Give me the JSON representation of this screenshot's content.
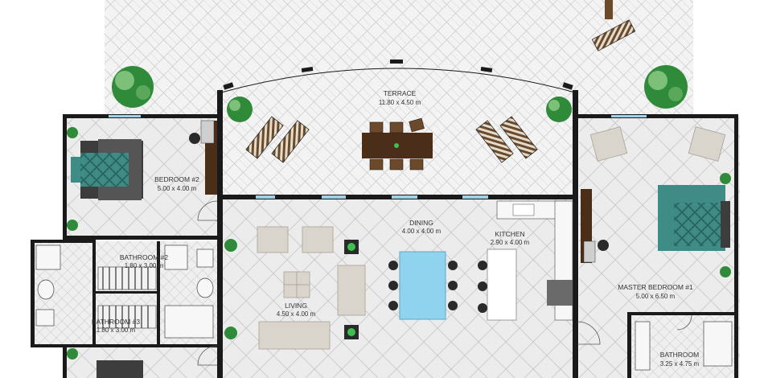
{
  "plan": {
    "colors": {
      "wall": "#1a1a1a",
      "floor": "#e9e9e9",
      "terrace_floor": "#f2f2f2",
      "tile_line": "#c9c9c9",
      "sofa": "#d9d4cc",
      "sofa_edge": "#a8a296",
      "wood": "#5a3a22",
      "teal": "#3f8c86",
      "pool_blue": "#8fd3ee",
      "plant": "#2f8a3a",
      "plant_light": "#7cc07a",
      "window": "#9fd0e6"
    },
    "rooms": [
      {
        "key": "terrace",
        "name": "TERRACE",
        "dims": "11.80 x 4.50 m"
      },
      {
        "key": "bedroom2",
        "name": "BEDROOM #2",
        "dims": "5.00 x 4.00 m"
      },
      {
        "key": "bathroom2",
        "name": "BATHROOM #2",
        "dims": "1.80 x 3.00 m"
      },
      {
        "key": "bathroom3",
        "name": "BATHROOM #3",
        "dims": "1.80 x 3.00 m"
      },
      {
        "key": "dining",
        "name": "DINING",
        "dims": "4.00 x 4.00 m"
      },
      {
        "key": "kitchen",
        "name": "KITCHEN",
        "dims": "2.90 x 4.00 m"
      },
      {
        "key": "living",
        "name": "LIVING",
        "dims": "4.50 x 4.00 m"
      },
      {
        "key": "master",
        "name": "MASTER BEDROOM #1",
        "dims": "5.00 x 6.50 m"
      },
      {
        "key": "bathroom",
        "name": "BATHROOM",
        "dims": "3.25 x 4.75 m"
      }
    ]
  }
}
